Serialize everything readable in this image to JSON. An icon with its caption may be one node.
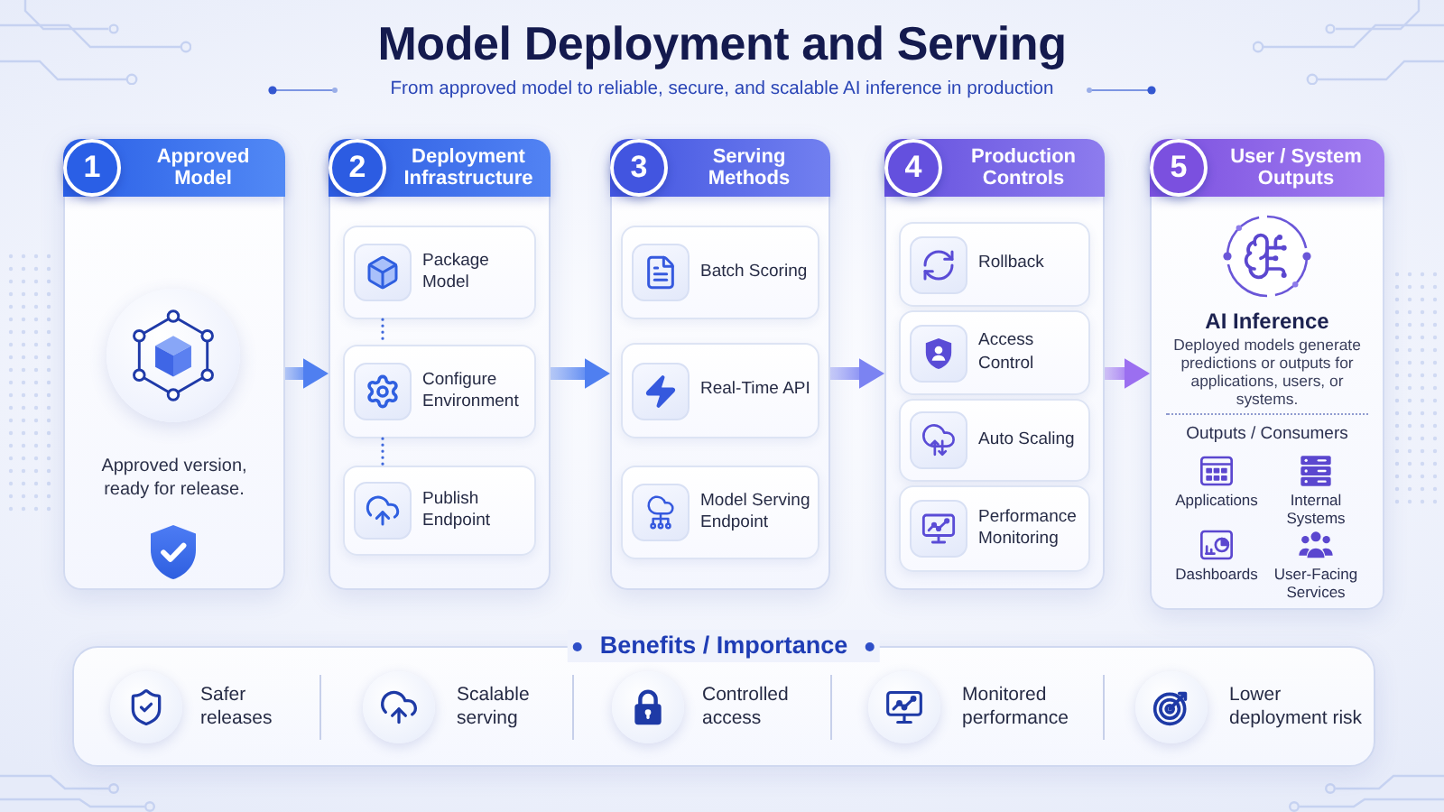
{
  "diagram": {
    "title": "Model Deployment and Serving",
    "nodes": [
      {
        "text": [
          "1",
          "Approved Model",
          "Approved version, ready for release."
        ]
      },
      {
        "text": [
          "2",
          "Deployment Infrastructure"
        ]
      },
      {
        "text": [
          "Package Model"
        ],
        "in": 1
      },
      {
        "text": [
          "Configure Environment"
        ],
        "in": 1
      },
      {
        "text": [
          "Publish Endpoint"
        ],
        "in": 1
      },
      {
        "text": [
          "3",
          "Serving Methods"
        ]
      },
      {
        "text": [
          "Batch Scoring"
        ],
        "in": 5
      },
      {
        "text": [
          "Real-Time API"
        ],
        "in": 5
      },
      {
        "text": [
          "Model Serving Endpoint"
        ],
        "in": 5
      },
      {
        "text": [
          "4",
          "Production Controls"
        ]
      },
      {
        "text": [
          "Rollback"
        ],
        "in": 9
      },
      {
        "text": [
          "Access Control"
        ],
        "in": 9
      },
      {
        "text": [
          "Auto Scaling"
        ],
        "in": 9
      },
      {
        "text": [
          "Performance Monitoring"
        ],
        "in": 9
      },
      {
        "text": [
          "5",
          "User / System Outputs",
          "AI Inference",
          "Deployed models generate predictions or outputs for applications, users, or systems.",
          "Outputs / Consumers"
        ]
      },
      {
        "text": [
          "Benefits / Importance"
        ]
      }
    ],
    "edges": [
      {
        "from": 0,
        "to": 1,
        "arrow": "to"
      },
      {
        "from": 2,
        "to": 3,
        "arrow": "none",
        "style": "dashed"
      },
      {
        "from": 3,
        "to": 4,
        "arrow": "none",
        "style": "dashed"
      },
      {
        "from": 1,
        "to": 5,
        "arrow": "to"
      },
      {
        "from": 5,
        "to": 9,
        "arrow": "to",
        "color": "#7b83f2"
      },
      {
        "from": 9,
        "to": 14,
        "arrow": "to",
        "color": "#9b6ff0"
      }
    ],
    "labels": [
      "From approved model to reliable, secure, and scalable AI inference in production",
      "Applications",
      "Internal Systems",
      "Dashboards",
      "User-Facing Services",
      "Safer releases",
      "Scalable serving",
      "Controlled access",
      "Monitored performance",
      "Lower deployment risk"
    ]
  }
}
